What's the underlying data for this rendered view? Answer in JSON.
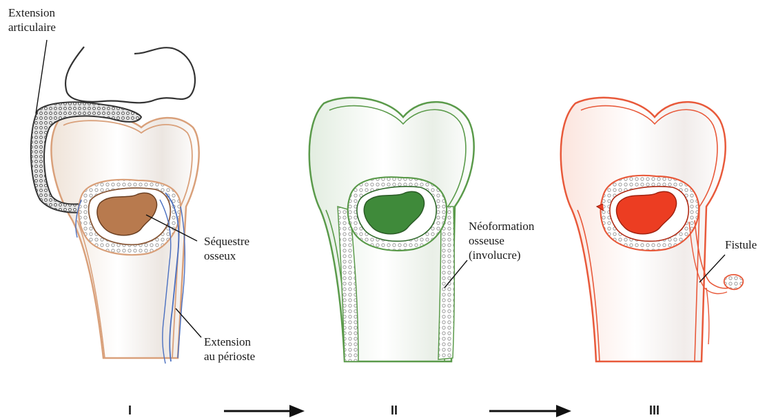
{
  "labels": {
    "extension_articulaire": [
      "Extension",
      "articulaire"
    ],
    "sequestre": [
      "Séquestre",
      "osseux"
    ],
    "extension_perioste": [
      "Extension",
      "au périoste"
    ],
    "neoformation": [
      "Néoformation",
      "osseuse",
      "(involucre)"
    ],
    "fistule": "Fistule"
  },
  "stages": [
    "I",
    "II",
    "III"
  ],
  "colors": {
    "stage1": "#d9a07a",
    "stage1_fill": "#b87a4e",
    "stage1_periosteum": "#4a6fc0",
    "stage2": "#5a9a4a",
    "stage2_fill": "#3f8a3a",
    "stage3": "#e8593a",
    "stage3_fill": "#ec3d22",
    "outline": "#333333"
  }
}
